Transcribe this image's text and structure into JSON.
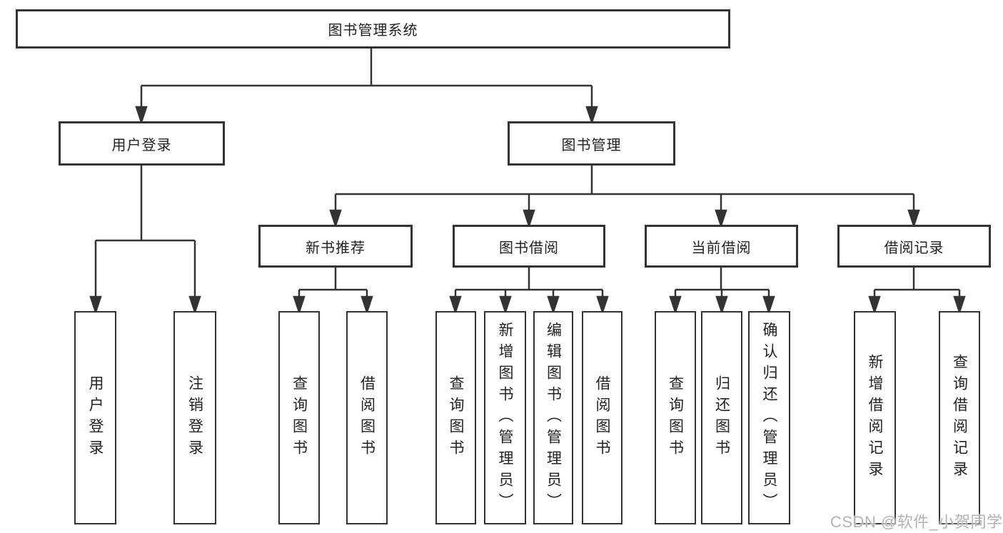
{
  "diagram": {
    "root": "图书管理系统",
    "branches": [
      {
        "label": "用户登录",
        "leaves": [
          "用户登录",
          "注销登录"
        ]
      },
      {
        "label": "图书管理",
        "groups": [
          {
            "label": "新书推荐",
            "leaves": [
              "查询图书",
              "借阅图书"
            ]
          },
          {
            "label": "图书借阅",
            "leaves": [
              "查询图书",
              "新增图书（管理员）",
              "编辑图书（管理员）",
              "借阅图书"
            ]
          },
          {
            "label": "当前借阅",
            "leaves": [
              "查询图书",
              "归还图书",
              "确认归还（管理员）"
            ]
          },
          {
            "label": "借阅记录",
            "leaves": [
              "新增借阅记录",
              "查询借阅记录"
            ]
          }
        ]
      }
    ]
  },
  "colors": {
    "line": "#333333",
    "box_background": "#ffffff",
    "text": "#222222",
    "watermark_text": "#b3b3b3"
  },
  "watermark": "CSDN @软件_小贺同学"
}
